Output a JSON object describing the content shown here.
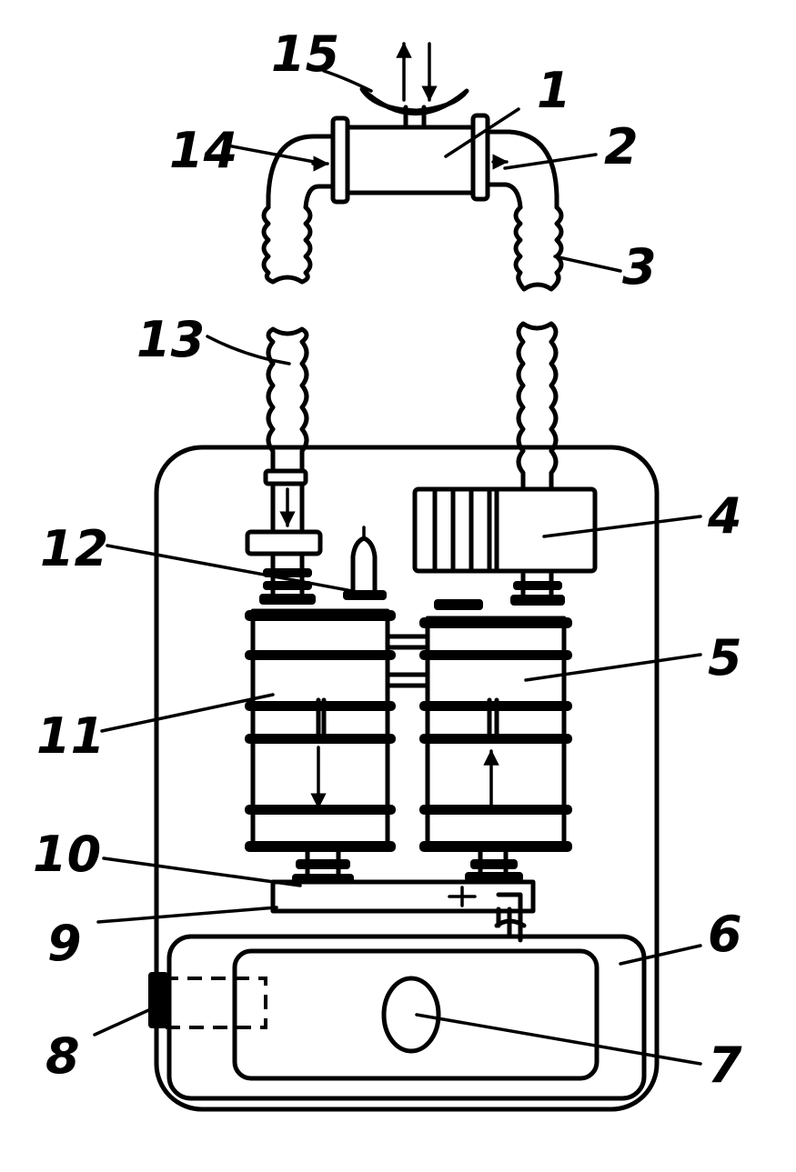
{
  "labels": {
    "l1": "1",
    "l2": "2",
    "l3": "3",
    "l4": "4",
    "l5": "5",
    "l6": "6",
    "l7": "7",
    "l8": "8",
    "l9": "9",
    "l10": "10",
    "l11": "11",
    "l12": "12",
    "l13": "13",
    "l14": "14",
    "l15": "15"
  },
  "colors": {
    "ink": "#000000",
    "paper": "#ffffff"
  }
}
